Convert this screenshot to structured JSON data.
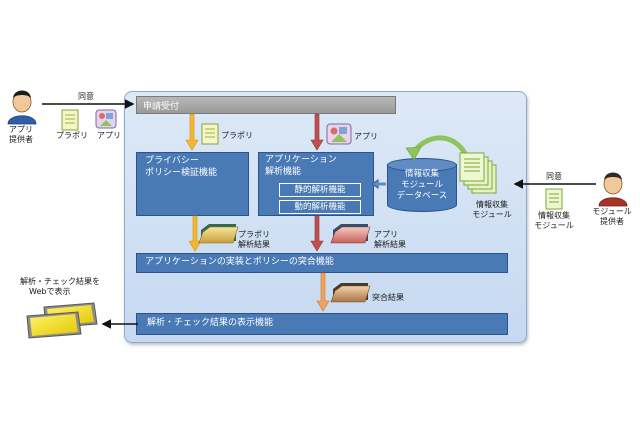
{
  "provider_left": {
    "name_line1": "アプリ",
    "name_line2": "提供者"
  },
  "consent_left": "同意",
  "icon_labels_left": {
    "policy": "プラポリ",
    "app": "アプリ"
  },
  "reception": "申請受付",
  "flow_labels": {
    "policy_in": "プラポリ",
    "app_in": "アプリ",
    "policy_result_line1": "プラポリ",
    "policy_result_line2": "解析結果",
    "app_result_line1": "アプリ",
    "app_result_line2": "解析結果",
    "match_result": "突合結果"
  },
  "privacy_box": {
    "line1": "プライバシー",
    "line2": "ポリシー検証機能"
  },
  "app_analysis_box": {
    "line1": "アプリケーション",
    "line2": "解析機能",
    "static": "静的解析機能",
    "dynamic": "動的解析機能"
  },
  "database": {
    "line1": "情報収集",
    "line2": "モジュール",
    "line3": "データベース"
  },
  "module_stack": {
    "line1": "情報収集",
    "line2": "モジュール"
  },
  "consent_right": "同意",
  "module_doc": {
    "line1": "情報収集",
    "line2": "モジュール"
  },
  "provider_right": {
    "name_line1": "モジュール",
    "name_line2": "提供者"
  },
  "match_box": "アプリケーションの実装とポリシーの突合機能",
  "display_box": "解析・チェック結果の表示機能",
  "web_output": {
    "line1": "解析・チェック結果を",
    "line2": "Webで表示"
  },
  "colors": {
    "box_blue": "#4a7ab5",
    "panel": "#c6d9f1",
    "arrow_orange": "#f5b630",
    "arrow_red": "#c0504d",
    "arrow_green": "#8fc35c"
  }
}
